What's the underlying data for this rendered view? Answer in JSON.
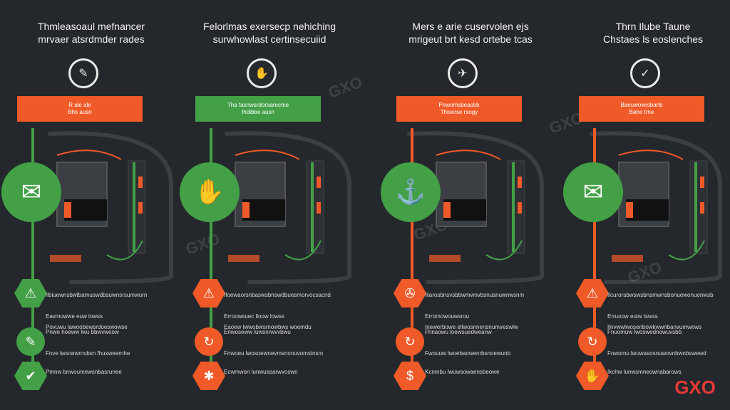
{
  "colors": {
    "green": "#43a047",
    "orange": "#f05a28",
    "bg": "#24272b"
  },
  "watermark_text": "GXO",
  "brand": "GXO",
  "columns": [
    {
      "title1": "Thmleasoaul mefnancer",
      "title2": "mrvaer atsrdmder rades",
      "top_icon": "✎",
      "banner_color": "#f05a28",
      "banner1": "R ale ale",
      "banner2": "Bhs ausn",
      "big_icon": "✉",
      "big_color": "#43a047",
      "steps": [
        {
          "color": "#43a047",
          "shape": "hex",
          "icon": "⚠"
        },
        {
          "color": "#43a047",
          "shape": "round",
          "icon": "✎"
        },
        {
          "color": "#43a047",
          "shape": "hex",
          "icon": "✔"
        }
      ],
      "line_color": "#43a047",
      "texts": [
        "Ilbiuewnsbwtbamuswdbsuwnsrsumwurn",
        "Eavmowwe euw lowss",
        "Povuwu lawoobewsrdoeswowse",
        "Pnwe hoeww lwu bbwvweow",
        "Fnve lwsoewrnvbsn fhuxweernhe",
        "Pmnw bnwoumewsnbasrunee"
      ]
    },
    {
      "title1": "Felorlmas exersecp nehiching",
      "title2": "surwhowlast certinsecuiid",
      "top_icon": "✋",
      "banner_color": "#43a047",
      "banner1": "Tha tasnwsrdoraarecme",
      "banner2": "Ihdibbe ausn",
      "big_icon": "✋",
      "big_color": "#43a047",
      "steps": [
        {
          "color": "#f05a28",
          "shape": "hex",
          "icon": "⚠"
        },
        {
          "color": "#f05a28",
          "shape": "round",
          "icon": "↻"
        },
        {
          "color": "#f05a28",
          "shape": "hex",
          "icon": "✱"
        }
      ],
      "line_color": "#43a047",
      "texts": [
        "Ifoewaorsnbaswsbnswdbuesmorvocsacnd",
        "Erroowsuec lloow lowss",
        "Eaoew lwwobwsrnowbws woemdu",
        "Enwoseww luwsnrwvvbwu",
        "Fnwoeu lwosoewnevmsnonuvomstnsm",
        "Ecwmwon lunwuasarwvoswn"
      ]
    },
    {
      "title1": "Mers e arie cuservolen ejs",
      "title2": "mrigeut brt kesd ortebe tcas",
      "top_icon": "✈",
      "banner_color": "#f05a28",
      "banner1": "Pewomsbeasbb",
      "banner2": "Thiserse rsogy",
      "big_icon": "⚓",
      "big_color": "#43a047",
      "steps": [
        {
          "color": "#f05a28",
          "shape": "hex",
          "icon": "✇"
        },
        {
          "color": "#f05a28",
          "shape": "round",
          "icon": "↻"
        },
        {
          "color": "#f05a28",
          "shape": "hex",
          "icon": "$"
        }
      ],
      "line_color": "#f05a28",
      "texts": [
        "Iliarosbnsvsbbwmwnvbsnusnuwnwsnm",
        "Erromowouwsrou",
        "Inewerbowe ellwosnnensnumveswlw",
        "Fhnaowu loewsuedweanw",
        "Fwouuw lwoebaowenrbsnoewunb",
        "Kcnmbu lwuwsowaensbeowe"
      ]
    },
    {
      "title1": "Thrn Ilube Taune",
      "title2": "Chstaes ls eoslenches",
      "top_icon": "✓",
      "banner_color": "#f05a28",
      "banner1": "Baeuwowrsbanb",
      "banner2": "Bahe trne",
      "big_icon": "✉",
      "big_color": "#43a047",
      "steps": [
        {
          "color": "#f05a28",
          "shape": "hex",
          "icon": "⚠"
        },
        {
          "color": "#f05a28",
          "shape": "round",
          "icon": "↻"
        },
        {
          "color": "#f05a28",
          "shape": "hex",
          "icon": "✋"
        }
      ],
      "line_color": "#f05a28",
      "texts": [
        "Ilcurorsbwswsbnsmwnsbonuewonuonwsb",
        "Erruoow euiw Iswss",
        "Ilnvwwlwosenbowkwwnbanvumwews",
        "Fnuomuw lwoswednowuvsbb",
        "Fnwomu lwuwasosnuwovnbwnbswewd",
        "Ikchw lunwsmneownabarows"
      ]
    }
  ]
}
